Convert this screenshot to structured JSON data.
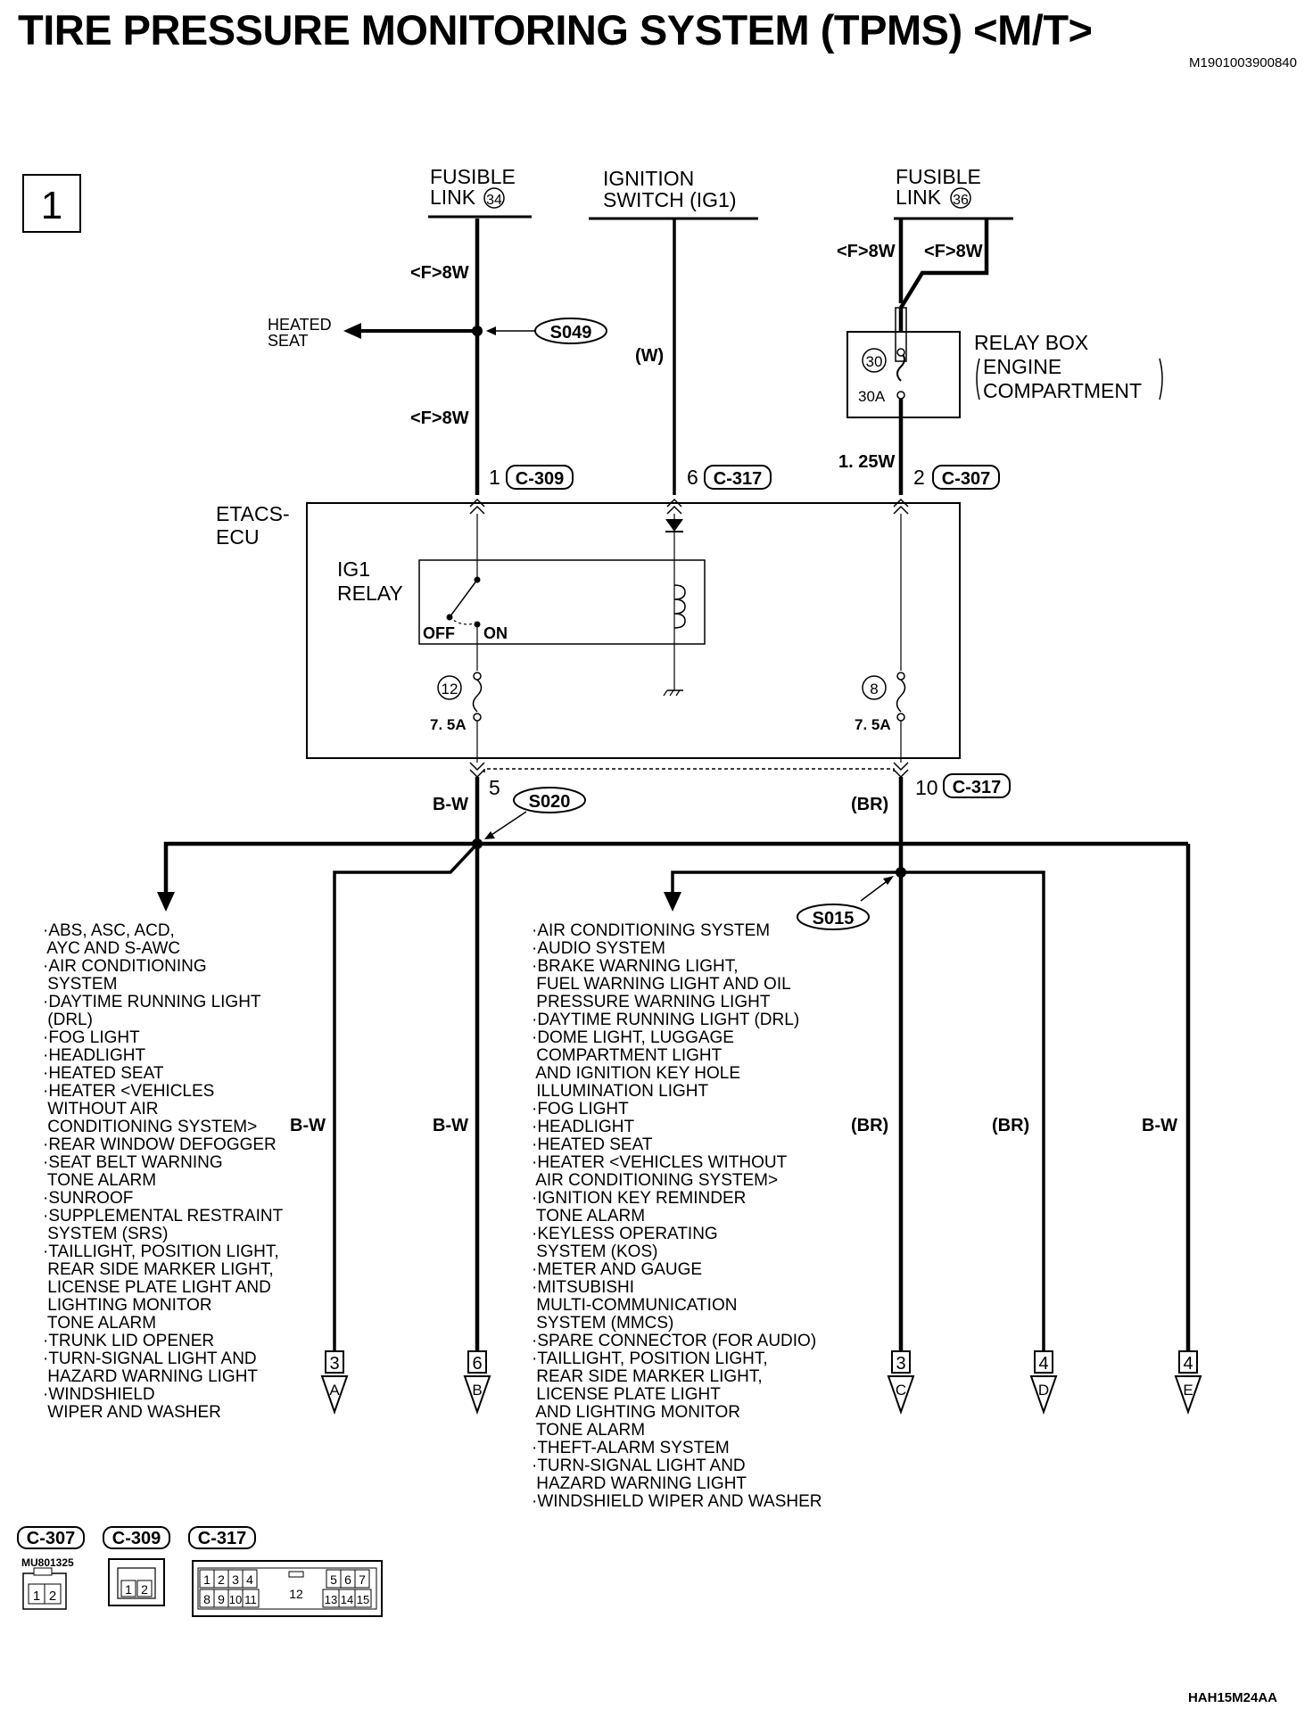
{
  "title": "TIRE PRESSURE MONITORING SYSTEM (TPMS) <M/T>",
  "doc_id": "M1901003900840",
  "fig_id": "HAH15M24AA",
  "page_number": "1",
  "sources": {
    "fusible_link_34": [
      "FUSIBLE",
      "LINK",
      "34"
    ],
    "ignition_switch": [
      "IGNITION",
      "SWITCH (IG1)"
    ],
    "fusible_link_36": [
      "FUSIBLE",
      "LINK",
      "36"
    ]
  },
  "wires": {
    "f8w_a": "<F>8W",
    "f8w_b": "<F>8W",
    "f8w_c": "<F>8W",
    "f8w_d": "<F>8W",
    "w": "(W)",
    "w125": "1. 25W",
    "bw_top": "B-W",
    "br_top": "(BR)",
    "bw_1": "B-W",
    "bw_2": "B-W",
    "br_1": "(BR)",
    "br_2": "(BR)",
    "bw_3": "B-W"
  },
  "heated_seat": [
    "HEATED",
    "SEAT"
  ],
  "splices": {
    "s049": "S049",
    "s020": "S020",
    "s015": "S015"
  },
  "relay_box": {
    "lines": [
      "RELAY BOX",
      "ENGINE",
      "COMPARTMENT"
    ],
    "fuse_no": "30",
    "fuse_amp": "30A"
  },
  "connectors": {
    "c309_pin": "1",
    "c309": "C-309",
    "c317a_pin": "6",
    "c317a": "C-317",
    "c307_pin": "2",
    "c307": "C-307",
    "s020_pin": "5",
    "c317b_pin": "10",
    "c317b": "C-317"
  },
  "etacs": {
    "name": [
      "ETACS-",
      "ECU"
    ],
    "relay": [
      "IG1",
      "RELAY"
    ],
    "off": "OFF",
    "on": "ON",
    "fuse12_no": "12",
    "fuse12_amp": "7. 5A",
    "fuse8_no": "8",
    "fuse8_amp": "7. 5A"
  },
  "left_list": [
    "·ABS, ASC, ACD,",
    " AYC AND S-AWC",
    "·AIR CONDITIONING",
    " SYSTEM",
    "·DAYTIME RUNNING LIGHT",
    " (DRL)",
    "·FOG LIGHT",
    "·HEADLIGHT",
    "·HEATED SEAT",
    "·HEATER <VEHICLES",
    " WITHOUT AIR",
    " CONDITIONING SYSTEM>",
    "·REAR WINDOW DEFOGGER",
    "·SEAT BELT WARNING",
    " TONE ALARM",
    "·SUNROOF",
    "·SUPPLEMENTAL RESTRAINT",
    " SYSTEM (SRS)",
    "·TAILLIGHT, POSITION LIGHT,",
    " REAR SIDE MARKER LIGHT,",
    " LICENSE PLATE LIGHT AND",
    " LIGHTING MONITOR",
    " TONE ALARM",
    "·TRUNK LID OPENER",
    "·TURN-SIGNAL LIGHT AND",
    " HAZARD WARNING LIGHT",
    "·WINDSHIELD",
    " WIPER AND WASHER"
  ],
  "right_list": [
    "·AIR CONDITIONING SYSTEM",
    "·AUDIO SYSTEM",
    "·BRAKE WARNING LIGHT,",
    " FUEL WARNING LIGHT AND OIL",
    " PRESSURE WARNING LIGHT",
    "·DAYTIME RUNNING LIGHT (DRL)",
    "·DOME LIGHT, LUGGAGE",
    " COMPARTMENT LIGHT",
    " AND IGNITION KEY HOLE",
    " ILLUMINATION LIGHT",
    "·FOG LIGHT",
    "·HEADLIGHT",
    "·HEATED SEAT",
    "·HEATER <VEHICLES WITHOUT",
    " AIR CONDITIONING SYSTEM>",
    "·IGNITION KEY REMINDER",
    " TONE ALARM",
    "·KEYLESS OPERATING",
    " SYSTEM (KOS)",
    "·METER AND GAUGE",
    "·MITSUBISHI",
    " MULTI-COMMUNICATION",
    " SYSTEM (MMCS)",
    "·SPARE CONNECTOR (FOR AUDIO)",
    "·TAILLIGHT, POSITION LIGHT,",
    " REAR SIDE MARKER LIGHT,",
    " LICENSE PLATE LIGHT",
    " AND LIGHTING MONITOR",
    " TONE ALARM",
    "·THEFT-ALARM SYSTEM",
    "·TURN-SIGNAL LIGHT AND",
    " HAZARD WARNING LIGHT",
    "·WINDSHIELD WIPER AND WASHER"
  ],
  "offpage": [
    {
      "page": "3",
      "letter": "A"
    },
    {
      "page": "6",
      "letter": "B"
    },
    {
      "page": "3",
      "letter": "C"
    },
    {
      "page": "4",
      "letter": "D"
    },
    {
      "page": "4",
      "letter": "E"
    }
  ],
  "legend": {
    "c307": "C-307",
    "c309": "C-309",
    "c317": "C-317",
    "part_no": "MU801325",
    "c307_pins": [
      "1",
      "2"
    ],
    "c309_pins": [
      "1",
      "2"
    ],
    "c317_top": [
      "1",
      "2",
      "3",
      "4",
      "5",
      "6",
      "7"
    ],
    "c317_bottom": [
      "8",
      "9",
      "10",
      "11",
      "13",
      "14",
      "15"
    ],
    "c317_mid": "12"
  }
}
